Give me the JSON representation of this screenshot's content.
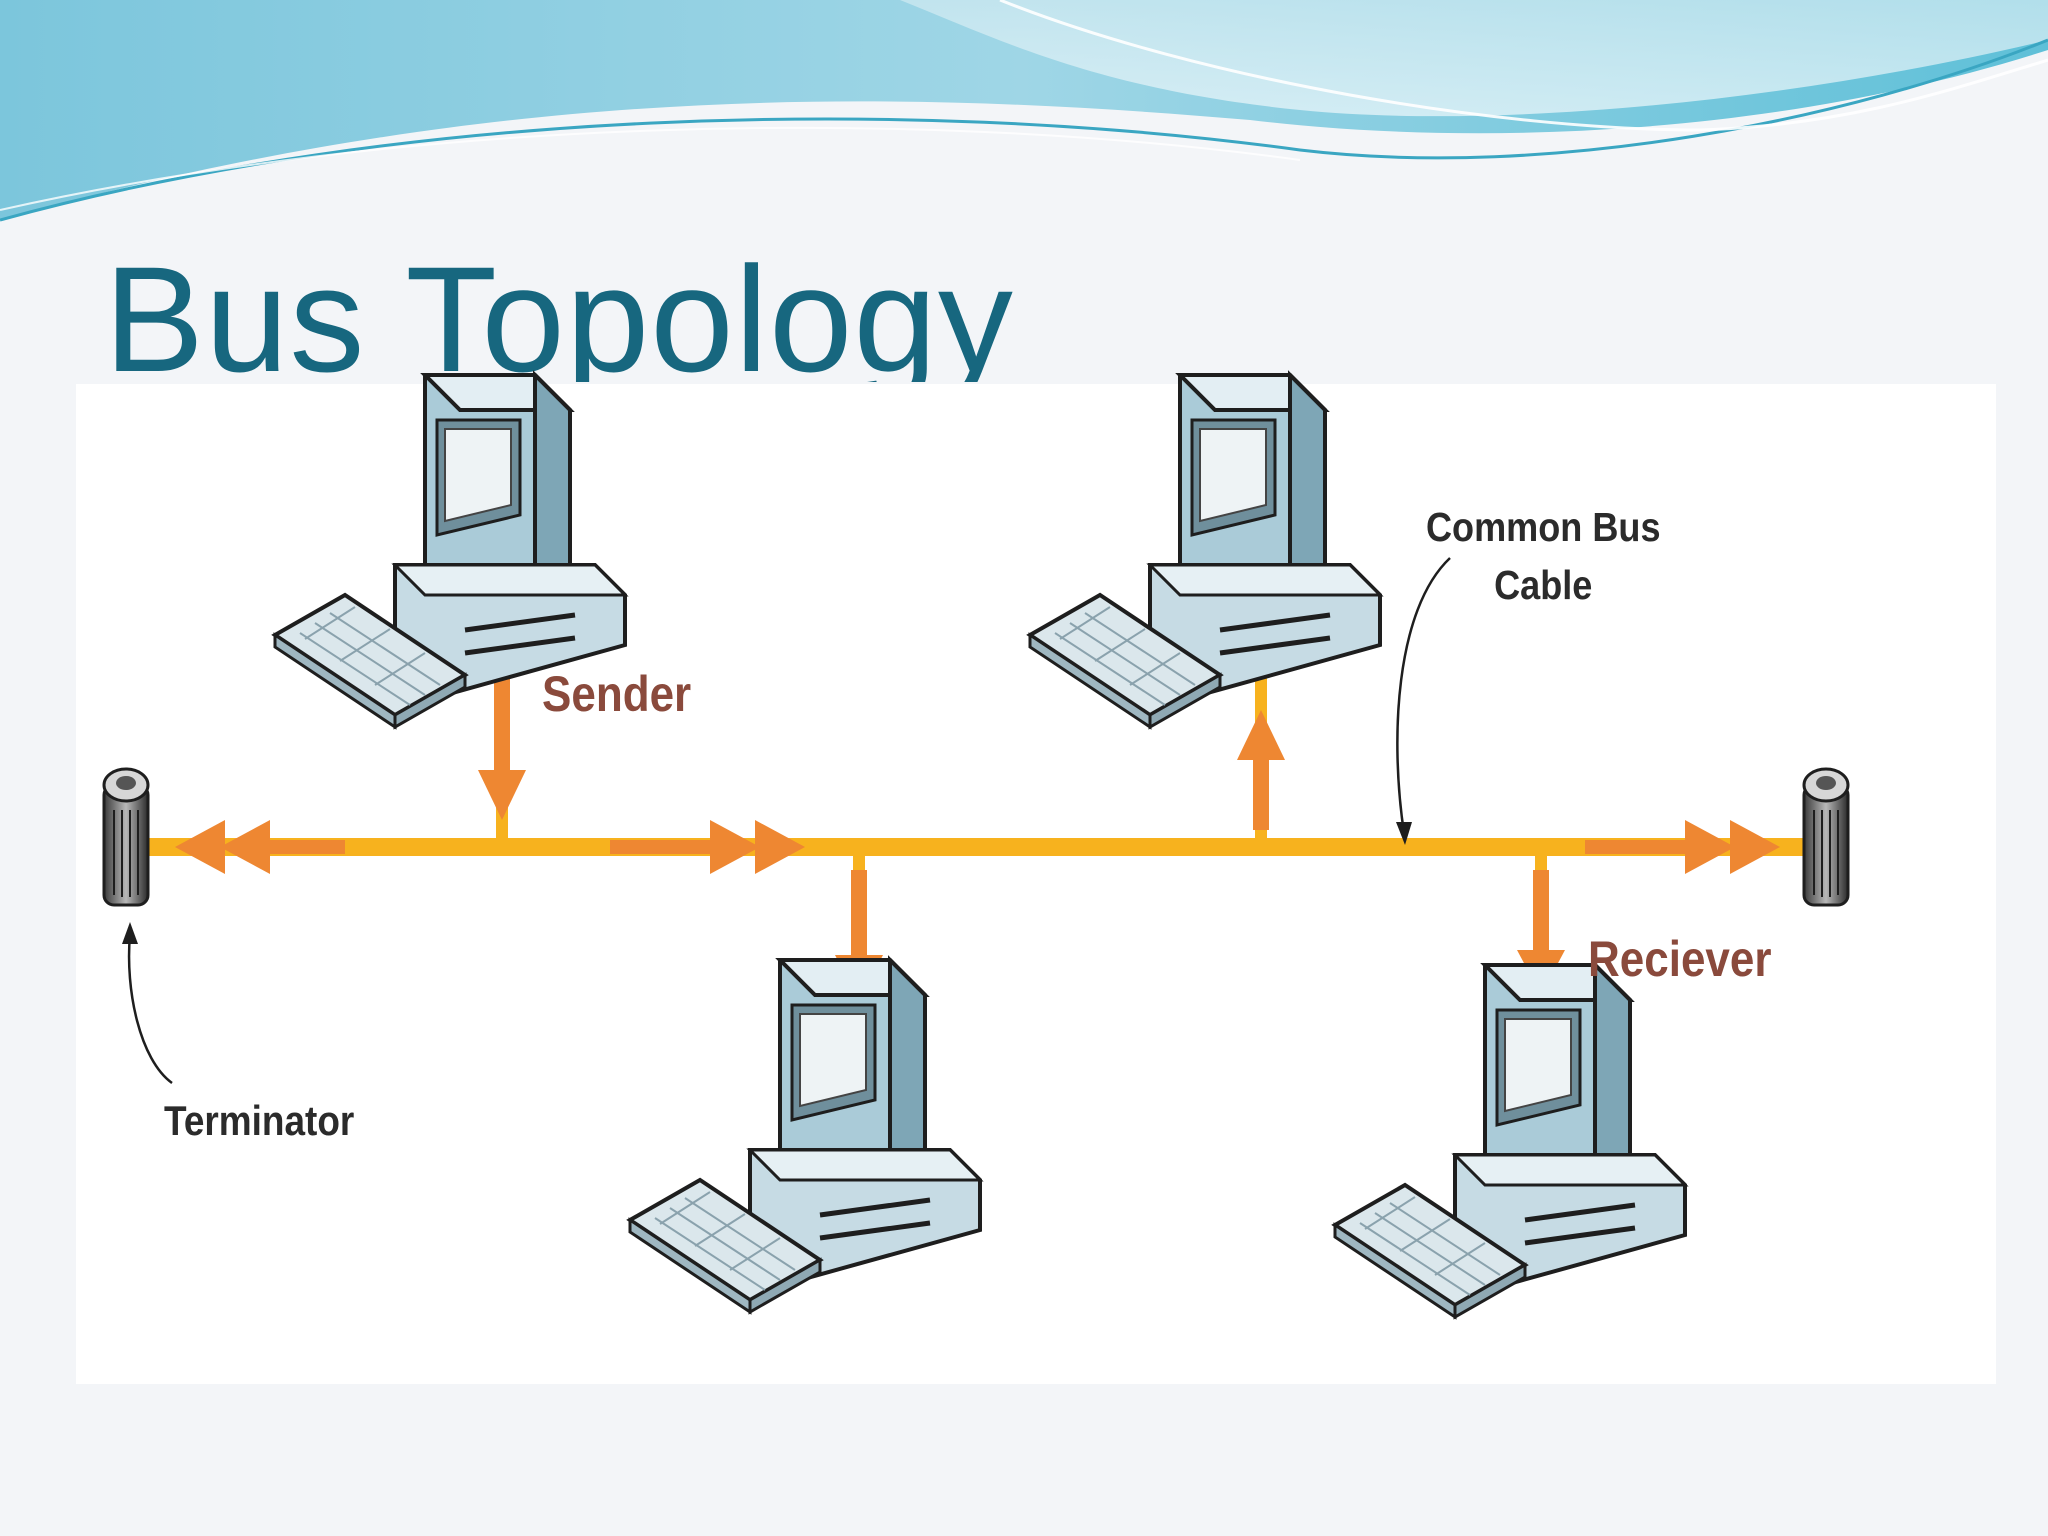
{
  "slide": {
    "title": "Bus Topology"
  },
  "diagram": {
    "labels": {
      "sender": "Sender",
      "receiver": "Reciever",
      "terminator": "Terminator",
      "bus_cable_line1": "Common Bus",
      "bus_cable_line2": "Cable"
    },
    "nodes": [
      "computer-sender",
      "computer-top-right",
      "computer-bottom-middle",
      "computer-receiver"
    ],
    "terminators": [
      "terminator-left",
      "terminator-right"
    ]
  },
  "colors": {
    "title": "#17677f",
    "bus_cable": "#f7b21e",
    "arrow": "#ee8732",
    "label_role": "#8a4a3c",
    "label_note": "#2b2b2b",
    "computer_body": "#c9dde6",
    "header_wave": "#6fc3d9"
  }
}
